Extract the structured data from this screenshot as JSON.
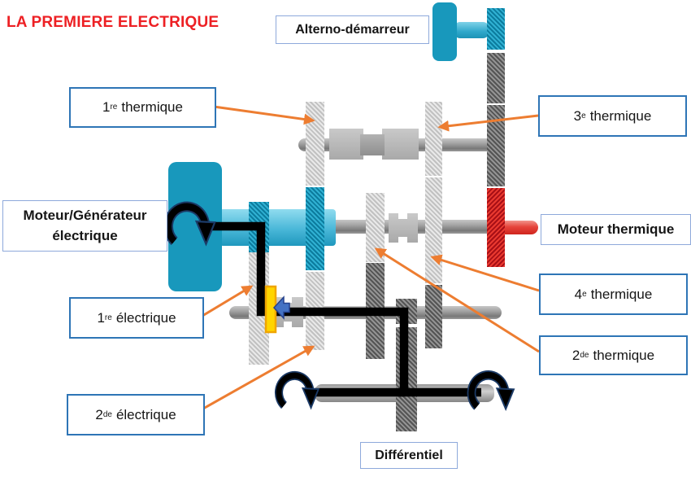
{
  "title": {
    "text": "LA PREMIERE ELECTRIQUE"
  },
  "labels": {
    "alterno_demarreur": {
      "text": "Alterno-démarreur"
    },
    "premiere_thermique": {
      "pre": "1",
      "sub": "re",
      "post": "thermique"
    },
    "troisieme_thermique": {
      "pre": "3",
      "sub": "e",
      "post": "thermique"
    },
    "moteur_generateur": {
      "line1": "Moteur/Générateur",
      "line2": "électrique"
    },
    "moteur_thermique": {
      "text": "Moteur thermique"
    },
    "premiere_electrique": {
      "pre": "1",
      "sub": "re",
      "post": "électrique"
    },
    "quatrieme_thermique": {
      "pre": "4",
      "sub": "e",
      "post": "thermique"
    },
    "seconde_thermique": {
      "pre": "2",
      "sub": "de",
      "post": "thermique"
    },
    "seconde_electrique": {
      "pre": "2",
      "sub": "de",
      "post": "électrique"
    },
    "differentiel": {
      "text": "Différentiel"
    }
  },
  "colors": {
    "title_red": "#ED2024",
    "box_border_strong": "#2E75B6",
    "box_border_light": "#8EA9DB",
    "pointer_orange": "#ED7D31",
    "motor_teal": "#1898BC",
    "gear_red": "#CE231D",
    "synchro_yellow": "#FFD500",
    "selector_blue": "#4472C4",
    "power_path_black": "#000000"
  }
}
